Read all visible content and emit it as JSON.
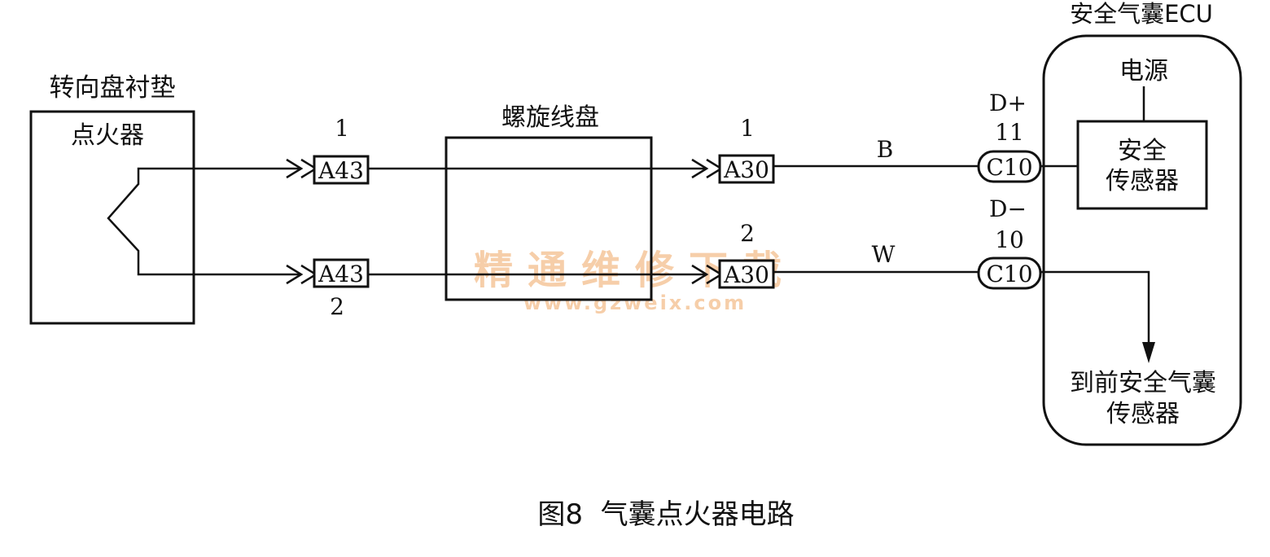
{
  "components": {
    "steering_pad": {
      "label": "转向盘衬垫",
      "inner_label": "点火器"
    },
    "spiral_cable": {
      "label": "螺旋线盘"
    },
    "ecu": {
      "label": "安全气囊ECU",
      "power_label": "电源",
      "sensor_line1": "安全",
      "sensor_line2": "传感器",
      "front_sensor_line1": "到前安全气囊",
      "front_sensor_line2": "传感器"
    }
  },
  "connectors": {
    "a43_top": {
      "name": "A43",
      "pin": "1"
    },
    "a43_bottom": {
      "name": "A43",
      "pin": "2"
    },
    "a30_top": {
      "name": "A30",
      "pin": "1"
    },
    "a30_bottom": {
      "name": "A30",
      "pin": "2"
    },
    "c10_top": {
      "name": "C10",
      "pin": "11",
      "terminal": "D+"
    },
    "c10_bottom": {
      "name": "C10",
      "pin": "10",
      "terminal": "D−"
    }
  },
  "wires": {
    "top_color": "B",
    "bottom_color": "W"
  },
  "watermark": {
    "line1": "精通维修下载",
    "line2": "www.gzweix.com",
    "color": "#f4c59a"
  },
  "caption": "图8  气囊点火器电路"
}
